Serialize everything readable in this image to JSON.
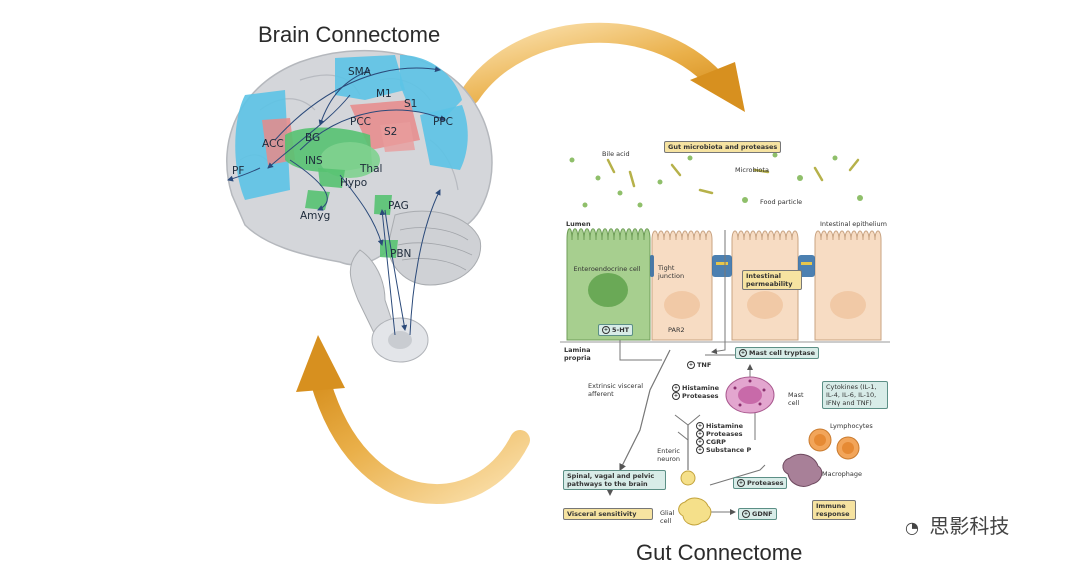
{
  "titles": {
    "brain": "Brain Connectome",
    "gut": "Gut Connectome"
  },
  "brain_regions": {
    "sma": "SMA",
    "m1": "M1",
    "s1": "S1",
    "pcc": "PCC",
    "s2": "S2",
    "ppc": "PPC",
    "acc": "ACC",
    "bg": "BG",
    "ins": "INS",
    "pf": "PF",
    "thal": "Thal",
    "hypo": "Hypo",
    "amyg": "Amyg",
    "pag": "PAG",
    "pbn": "PBN"
  },
  "gut_labels": {
    "gut_microbiota": "Gut microbiota and proteases",
    "bile_acid": "Bile acid",
    "microbiota": "Microbiota",
    "food_particle": "Food particle",
    "lumen": "Lumen",
    "intestinal_epithelium": "Intestinal epithelium",
    "enteroendocrine_cell": "Enteroendocrine cell",
    "tight_junction": "Tight junction",
    "intestinal_permeability": "Intestinal permeability",
    "five_ht": "5-HT",
    "par2": "PAR2",
    "lamina_propria": "Lamina propria",
    "mast_cell_tryptase": "Mast cell tryptase",
    "tnf": "TNF",
    "extrinsic_visceral_afferent": "Extrinsic visceral afferent",
    "histamine_proteases": [
      "Histamine",
      "Proteases"
    ],
    "mast_cell": "Mast cell",
    "cytokines": "Cytokines (IL-1, IL-4, IL-6, IL-10, IFNγ and TNF)",
    "enteric_neuron": "Enteric neuron",
    "enteric_mediators": [
      "Histamine",
      "Proteases",
      "CGRP",
      "Substance P"
    ],
    "lymphocytes": "Lymphocytes",
    "macrophage": "Macrophage",
    "spinal_pathways": "Spinal, vagal and pelvic pathways to the brain",
    "proteases": "Proteases",
    "visceral_sensitivity": "Visceral sensitivity",
    "glial_cell": "Glial cell",
    "gdnf": "GDNF",
    "immune_response": "Immune response"
  },
  "watermark": "思影科技",
  "colors": {
    "arrow_orange": "#e3a32b",
    "blue_region": "#5cc3e6",
    "green_region": "#56c271",
    "red_region": "#e88a8a",
    "epithelium_green": "#a7cf8f",
    "epithelium_peach": "#f7dcc3",
    "mast_cell": "#e3a6cf"
  }
}
